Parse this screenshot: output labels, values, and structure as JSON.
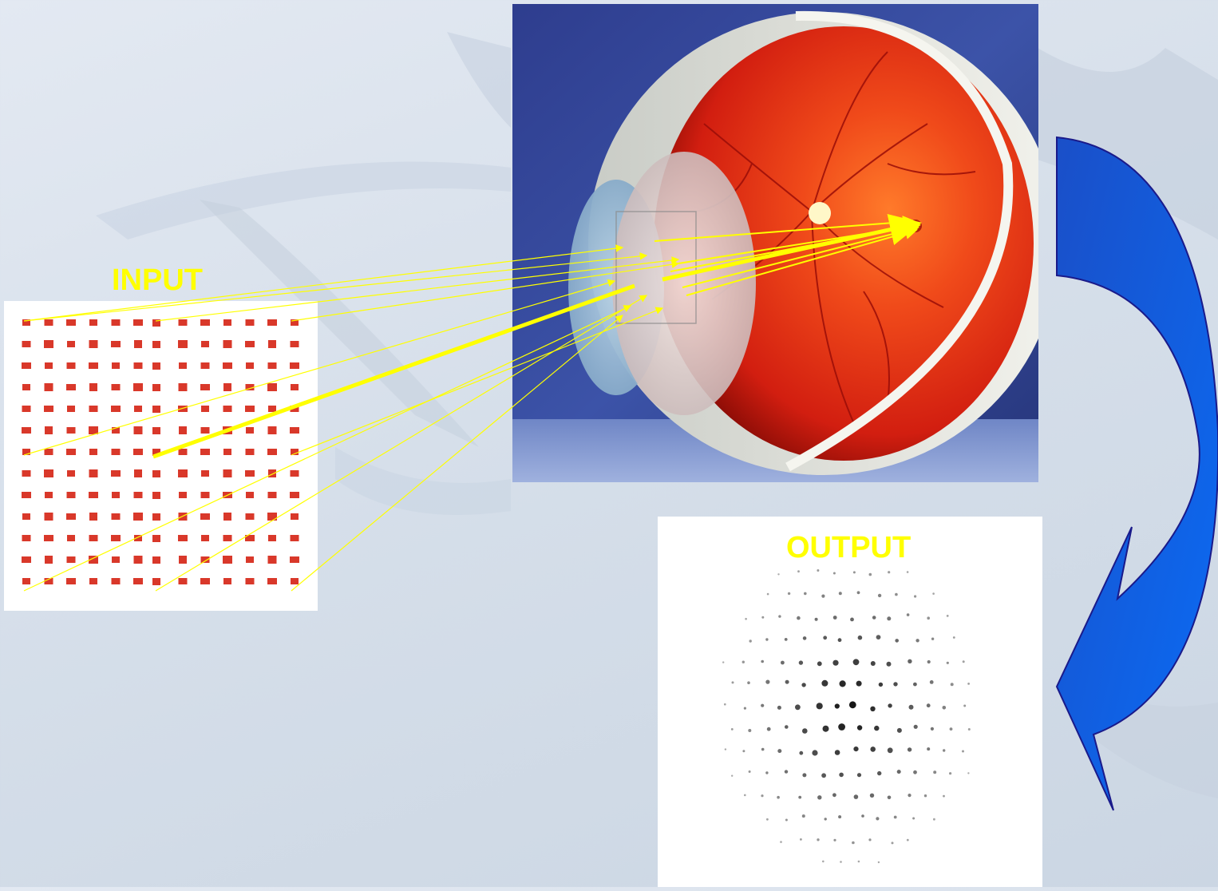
{
  "labels": {
    "input": "INPUT",
    "output": "OUTPUT"
  },
  "colors": {
    "label": "#ffff00",
    "grid_mark": "#d9382a",
    "ray": "#ffff00",
    "arrow_dark": "#1a4fc8",
    "arrow_light": "#0a6cf5",
    "arrow_outline": "#1a1a8a",
    "output_dot": "#111111"
  },
  "icons": {
    "eye": "eye-cross-section-illustration",
    "arrow": "curved-arrow-icon"
  }
}
